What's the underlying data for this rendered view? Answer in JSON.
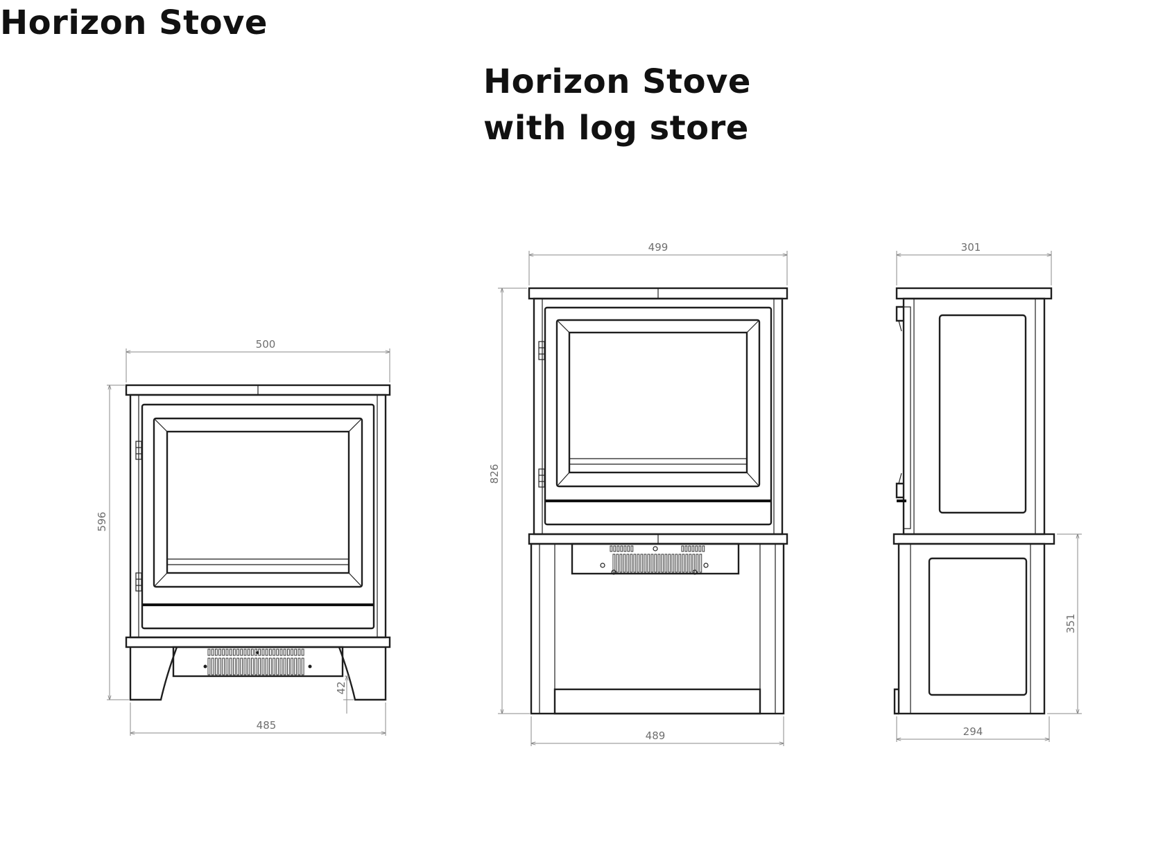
{
  "titles": {
    "stove": "Horizon Stove",
    "log_store_line1": "Horizon Stove",
    "log_store_line2": "with log store"
  },
  "dimensions": {
    "stove_top_width": "500",
    "stove_height": "596",
    "stove_leg_height": "42",
    "stove_base_width": "485",
    "log_store_top_width": "499",
    "log_store_total_height": "826",
    "log_store_base_width": "489",
    "side_top_depth": "301",
    "side_base_depth": "294",
    "side_log_store_height": "351"
  }
}
